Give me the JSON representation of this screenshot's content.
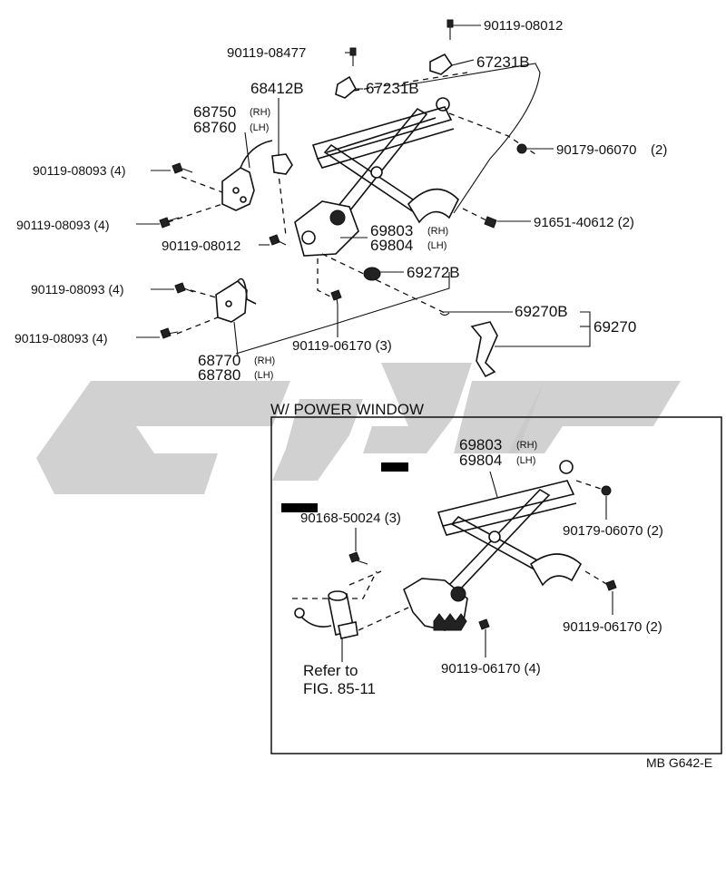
{
  "labels": {
    "p90119_08012_top": "90119-08012",
    "p90119_08477": "90119-08477",
    "p67231b_right": "67231B",
    "p68412b": "68412B",
    "p67231b_left": "67231B",
    "p68750": "68750",
    "p68760": "68760",
    "rh": "(RH)",
    "lh": "(LH)",
    "p90119_08093_a": "90119-08093 (4)",
    "p90179_06070": "90179-06070",
    "p90179_06070_qty": "(2)",
    "p90119_08093_b": "90119-08093 (4)",
    "p91651_40612": "91651-40612 (2)",
    "p69803_top": "69803",
    "p69804_top": "69804",
    "p90119_08012_mid": "90119-08012",
    "p69272b": "69272B",
    "p90119_08093_c": "90119-08093 (4)",
    "p69270b": "69270B",
    "p69270": "69270",
    "p90119_08093_d": "90119-08093 (4)",
    "p90119_06170_3": "90119-06170 (3)",
    "p68770": "68770",
    "p68780": "68780",
    "power_window_title": "W/ POWER  WINDOW",
    "p69803_pw": "69803",
    "p69804_pw": "69804",
    "p90168_50024": "90168-50024 (3)",
    "p90179_06070_pw": "90179-06070 (2)",
    "p90119_06170_2": "90119-06170 (2)",
    "refer_to": "Refer to",
    "fig_ref": "FIG. 85-11",
    "p90119_06170_4": "90119-06170 (4)",
    "figure_code": "MB G642-E"
  },
  "watermark_color": "#c9c9c9"
}
